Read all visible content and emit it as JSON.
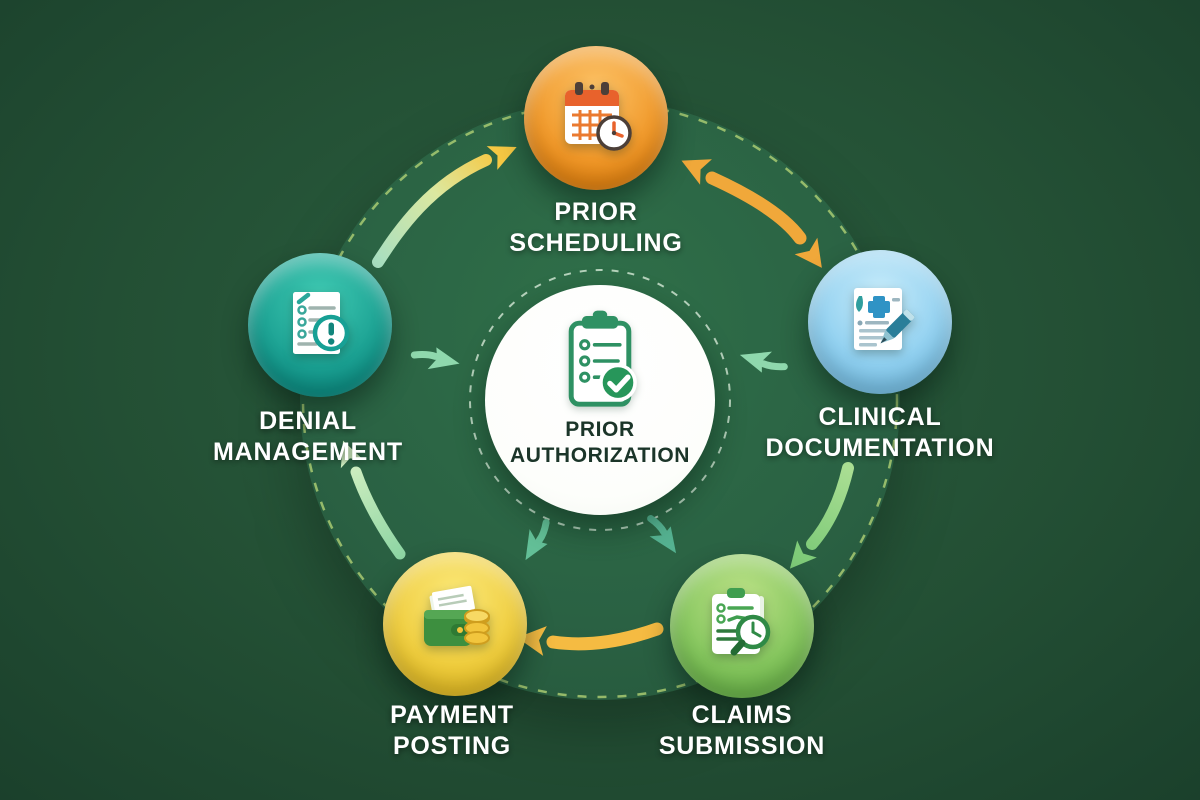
{
  "diagram": {
    "title_visible": false,
    "center": {
      "id": "prior-authorization",
      "label": [
        "PRIOR",
        "AUTHORIZATION"
      ],
      "icon": "clipboard-checklist-check-icon",
      "circle_color": "#ffffff",
      "text_color": "#1b3529"
    },
    "nodes": [
      {
        "id": "prior-scheduling",
        "label": [
          "PRIOR",
          "SCHEDULING"
        ],
        "icon": "calendar-clock-icon",
        "color_top": "#fcc266",
        "color_bottom": "#ec8a15",
        "position": "top"
      },
      {
        "id": "clinical-documentation",
        "label": [
          "CLINICAL",
          "DOCUMENTATION"
        ],
        "icon": "medical-document-pencil-icon",
        "color_top": "#c6ebfa",
        "color_bottom": "#7cc6ec",
        "position": "right"
      },
      {
        "id": "claims-submission",
        "label": [
          "CLAIMS",
          "SUBMISSION"
        ],
        "icon": "clipboard-magnifier-clock-icon",
        "color_top": "#bce287",
        "color_bottom": "#6fba4d",
        "position": "bottom-right"
      },
      {
        "id": "payment-posting",
        "label": [
          "PAYMENT",
          "POSTING"
        ],
        "icon": "wallet-coins-icon",
        "color_top": "#fbe878",
        "color_bottom": "#eac227",
        "position": "bottom-left"
      },
      {
        "id": "denial-management",
        "label": [
          "DENIAL",
          "MANAGEMENT"
        ],
        "icon": "document-alert-icon",
        "color_top": "#3fc9b2",
        "color_bottom": "#0d9186",
        "position": "left"
      }
    ],
    "arrows": [
      {
        "name": "denial-to-scheduling",
        "type": "curved",
        "double_headed": false,
        "color_start": "#9fdcb0",
        "color_end": "#f6c843"
      },
      {
        "name": "scheduling-clinical-twoway",
        "type": "curved",
        "double_headed": true,
        "color_start": "#f0a83a",
        "color_end": "#f0a83a"
      },
      {
        "name": "clinical-to-claims",
        "type": "curved",
        "double_headed": false,
        "color_start": "#aade93",
        "color_end": "#7fcb79"
      },
      {
        "name": "claims-to-payment",
        "type": "curved",
        "double_headed": false,
        "color_start": "#f5bb42",
        "color_end": "#f5bb42"
      },
      {
        "name": "payment-to-denial",
        "type": "curved",
        "double_headed": false,
        "color_start": "#8fd6a4",
        "color_end": "#cfeec0"
      },
      {
        "name": "denial-toward-center",
        "type": "small",
        "color_start": "#8fd8ad",
        "color_end": "#8fd8ad"
      },
      {
        "name": "clinical-toward-center",
        "type": "small",
        "color_start": "#8fd8ad",
        "color_end": "#8fd8ad"
      },
      {
        "name": "center-toward-payment",
        "type": "small",
        "color_start": "#63bf97",
        "color_end": "#63bf97"
      },
      {
        "name": "center-toward-claims",
        "type": "small",
        "color_start": "#55b291",
        "color_end": "#55b291"
      }
    ],
    "colors": {
      "bg-outer": "#1a3f2b",
      "bg-mid": "#234f34",
      "bg-inner": "#2b6040",
      "disc-top": "#2f7049",
      "disc-mid": "#2a6143",
      "disc-edge": "#255539",
      "disc-dash": "#b9d878",
      "ring-dash": "#d8ecda",
      "orange-top": "#fcc266",
      "orange-bottom": "#ec8a15",
      "blue-top": "#c6ebfa",
      "blue-bottom": "#7cc6ec",
      "green-top": "#bce287",
      "green-bottom": "#6fba4d",
      "yellow-top": "#fbe878",
      "yellow-bottom": "#eac227",
      "teal-top": "#3fc9b2",
      "teal-bottom": "#0d9186",
      "center-text": "#1b3529",
      "label-text": "#ffffff"
    }
  }
}
